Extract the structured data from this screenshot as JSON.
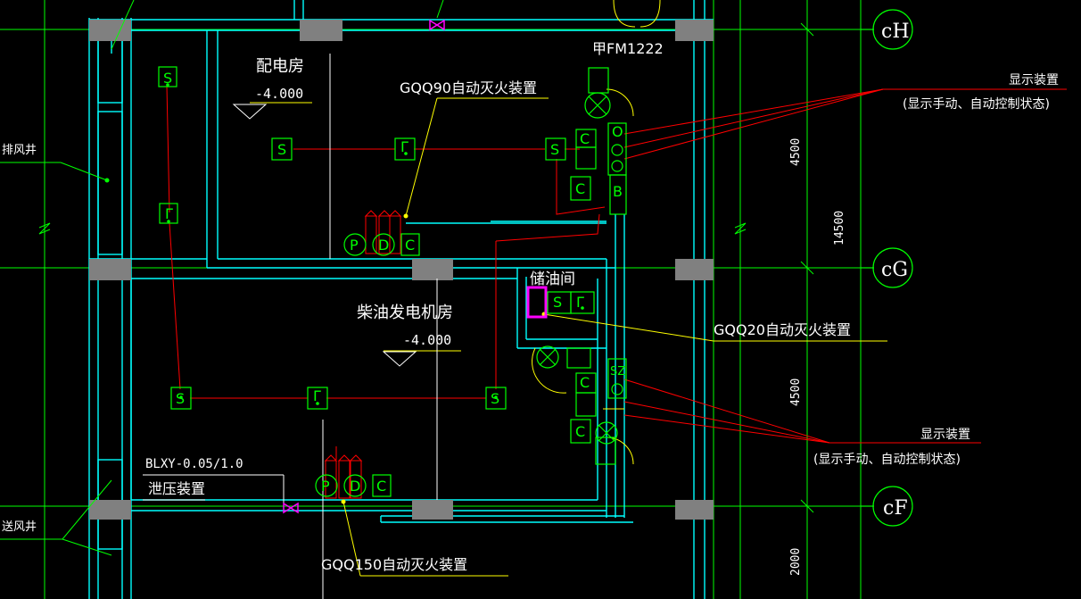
{
  "rooms": {
    "distribution": {
      "name": "配电房",
      "elev": "-4.000"
    },
    "generator": {
      "name": "柴油发电机房",
      "elev": "-4.000"
    },
    "oil_store": {
      "name": "储油间"
    }
  },
  "labels": {
    "gqq90": "GQQ90自动灭火装置",
    "gqq20": "GQQ20自动灭火装置",
    "gqq150": "GQQ150自动灭火装置",
    "fm": "甲FM1222",
    "exhaust_shaft": "排风井",
    "supply_shaft": "送风井",
    "blxy_model": "BLXY-0.05/1.0",
    "blxy_name": "泄压装置",
    "display_top_1": "显示装置",
    "display_top_2": "(显示手动、自动控制状态)",
    "display_bot_1": "显示装置",
    "display_bot_2": "(显示手动、自动控制状态)"
  },
  "dimensions": {
    "d1": "4500",
    "d2": "14500",
    "d3": "4500",
    "d4": "2000"
  },
  "axes": {
    "h": "cH",
    "g": "cG",
    "f": "cF"
  },
  "symbols": {
    "s": "S",
    "l": "Γ",
    "p": "P",
    "d": "D",
    "c": "C",
    "b": "B",
    "o": "O",
    "sz": "SZ"
  },
  "colors": {
    "wall": "#00ffff",
    "grid": "#00ff00",
    "cable": "#ff0000",
    "leader": "#ffff00",
    "column": "#808080",
    "valve": "#ff00ff",
    "text": "#ffffff"
  }
}
